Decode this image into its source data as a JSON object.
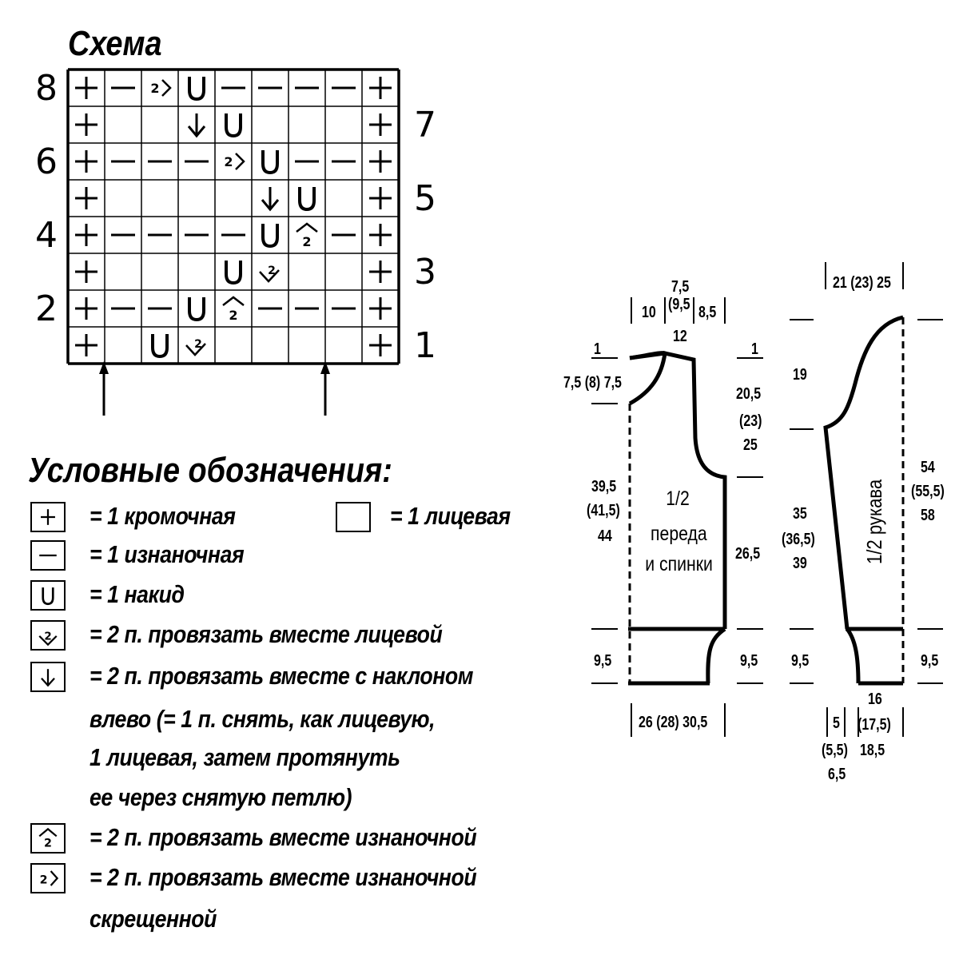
{
  "scheme": {
    "title": "Схема",
    "row_numbers_left": [
      "8",
      "6",
      "4",
      "2"
    ],
    "row_numbers_right": [
      "7",
      "5",
      "3",
      "1"
    ],
    "grid_rows": [
      [
        "edge",
        "purl",
        "p2tog_tbl",
        "yo",
        "purl",
        "purl",
        "purl",
        "purl",
        "edge"
      ],
      [
        "edge",
        "knit",
        "knit",
        "ssk",
        "yo",
        "knit",
        "knit",
        "knit",
        "edge"
      ],
      [
        "edge",
        "purl",
        "purl",
        "purl",
        "p2tog_tbl",
        "yo",
        "purl",
        "purl",
        "edge"
      ],
      [
        "edge",
        "knit",
        "knit",
        "knit",
        "knit",
        "ssk",
        "yo",
        "knit",
        "edge"
      ],
      [
        "edge",
        "purl",
        "purl",
        "purl",
        "purl",
        "yo",
        "p2tog",
        "purl",
        "edge"
      ],
      [
        "edge",
        "knit",
        "knit",
        "knit",
        "yo",
        "k2tog",
        "knit",
        "knit",
        "edge"
      ],
      [
        "edge",
        "purl",
        "purl",
        "yo",
        "p2tog",
        "purl",
        "purl",
        "purl",
        "edge"
      ],
      [
        "edge",
        "knit",
        "yo",
        "k2tog",
        "knit",
        "knit",
        "knit",
        "knit",
        "edge"
      ]
    ]
  },
  "legend": {
    "title": "Условные обозначения:",
    "items": [
      {
        "icon": "edge-stitch-icon",
        "text": "= 1 кромочная"
      },
      {
        "icon": "knit-stitch-icon",
        "text": "= 1 лицевая"
      },
      {
        "icon": "purl-stitch-icon",
        "text": "= 1 изнаночная"
      },
      {
        "icon": "yarn-over-icon",
        "text": "= 1 накид"
      },
      {
        "icon": "k2tog-icon",
        "text": "= 2 п. провязать вместе лицевой"
      },
      {
        "icon": "ssk-icon",
        "lines": [
          "= 2 п. провязать вместе с наклоном",
          "влево (= 1 п. снять, как лицевую,",
          "1 лицевая, затем протянуть",
          "ее через снятую петлю)"
        ]
      },
      {
        "icon": "p2tog-icon",
        "text": "= 2 п. провязать вместе изнаночной"
      },
      {
        "icon": "p2tog-tbl-icon",
        "lines": [
          "= 2 п. провязать вместе изнаночной",
          "скрещенной"
        ]
      }
    ]
  },
  "body_pattern": {
    "label": [
      "1/2",
      "переда",
      "и спинки"
    ],
    "dims": {
      "top_left": "10",
      "neck_top_lines": [
        "7,5",
        "(9,5",
        "12"
      ],
      "top_right": "8,5",
      "neck_depth_left": "1",
      "neck_depth_right": "1",
      "shoulder": "7,5 (8) 7,5",
      "armhole_lines": [
        "20,5",
        "(23)",
        "25"
      ],
      "body_length_lines": [
        "39,5",
        "(41,5)",
        "44"
      ],
      "side_to_armhole": "26,5",
      "rib_left": "9,5",
      "rib_right": "9,5",
      "width": "26 (28) 30,5"
    }
  },
  "sleeve_pattern": {
    "label": "1/2 рукава",
    "dims": {
      "top_width": "21 (23) 25",
      "cap_height": "19",
      "length_lines": [
        "35",
        "(36,5)",
        "39"
      ],
      "total_lines": [
        "54",
        "(55,5)",
        "58"
      ],
      "rib_left": "9,5",
      "rib_right": "9,5",
      "cuff_lines": [
        "5",
        "(5,5)",
        "6,5"
      ],
      "bottom_lines": [
        "16",
        "(17,5)",
        "18,5"
      ]
    }
  }
}
